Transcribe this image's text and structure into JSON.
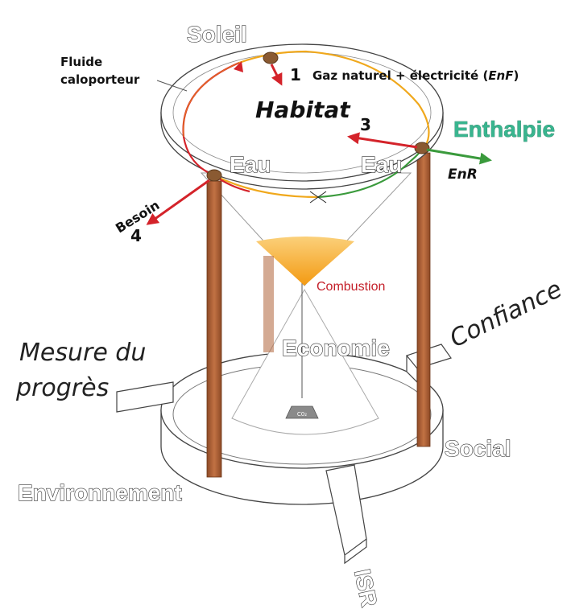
{
  "labels": {
    "soleil": "Soleil",
    "fluide": "Fluide",
    "caloporteur": "caloporteur",
    "step1_num": "1",
    "step1_text": "Gaz naturel + électricité (",
    "step1_enf": "EnF",
    "step1_close": ")",
    "habitat": "Habitat",
    "step3_num": "3",
    "enthalpie": "Enthalpie",
    "eau_left": "Eau",
    "eau_right": "Eau",
    "enr": "EnR",
    "besoin": "Besoin",
    "step4_num": "4",
    "combustion": "Combustion",
    "confiance": "Confiance",
    "mesure_line1": "Mesure du",
    "mesure_line2": "progrès",
    "economie": "Economie",
    "co2": "C0₂",
    "social": "Social",
    "environnement": "Environnement",
    "isr": "ISR"
  },
  "colors": {
    "orange_loop": "#f0a81c",
    "red_arrow": "#d4232a",
    "green_arrow": "#3a9a3c",
    "enthalpie_text": "#39b58f",
    "pillar_brown": "#b0643a",
    "node_brown": "#8a5a32",
    "sand_orange": "#f6a21e"
  }
}
